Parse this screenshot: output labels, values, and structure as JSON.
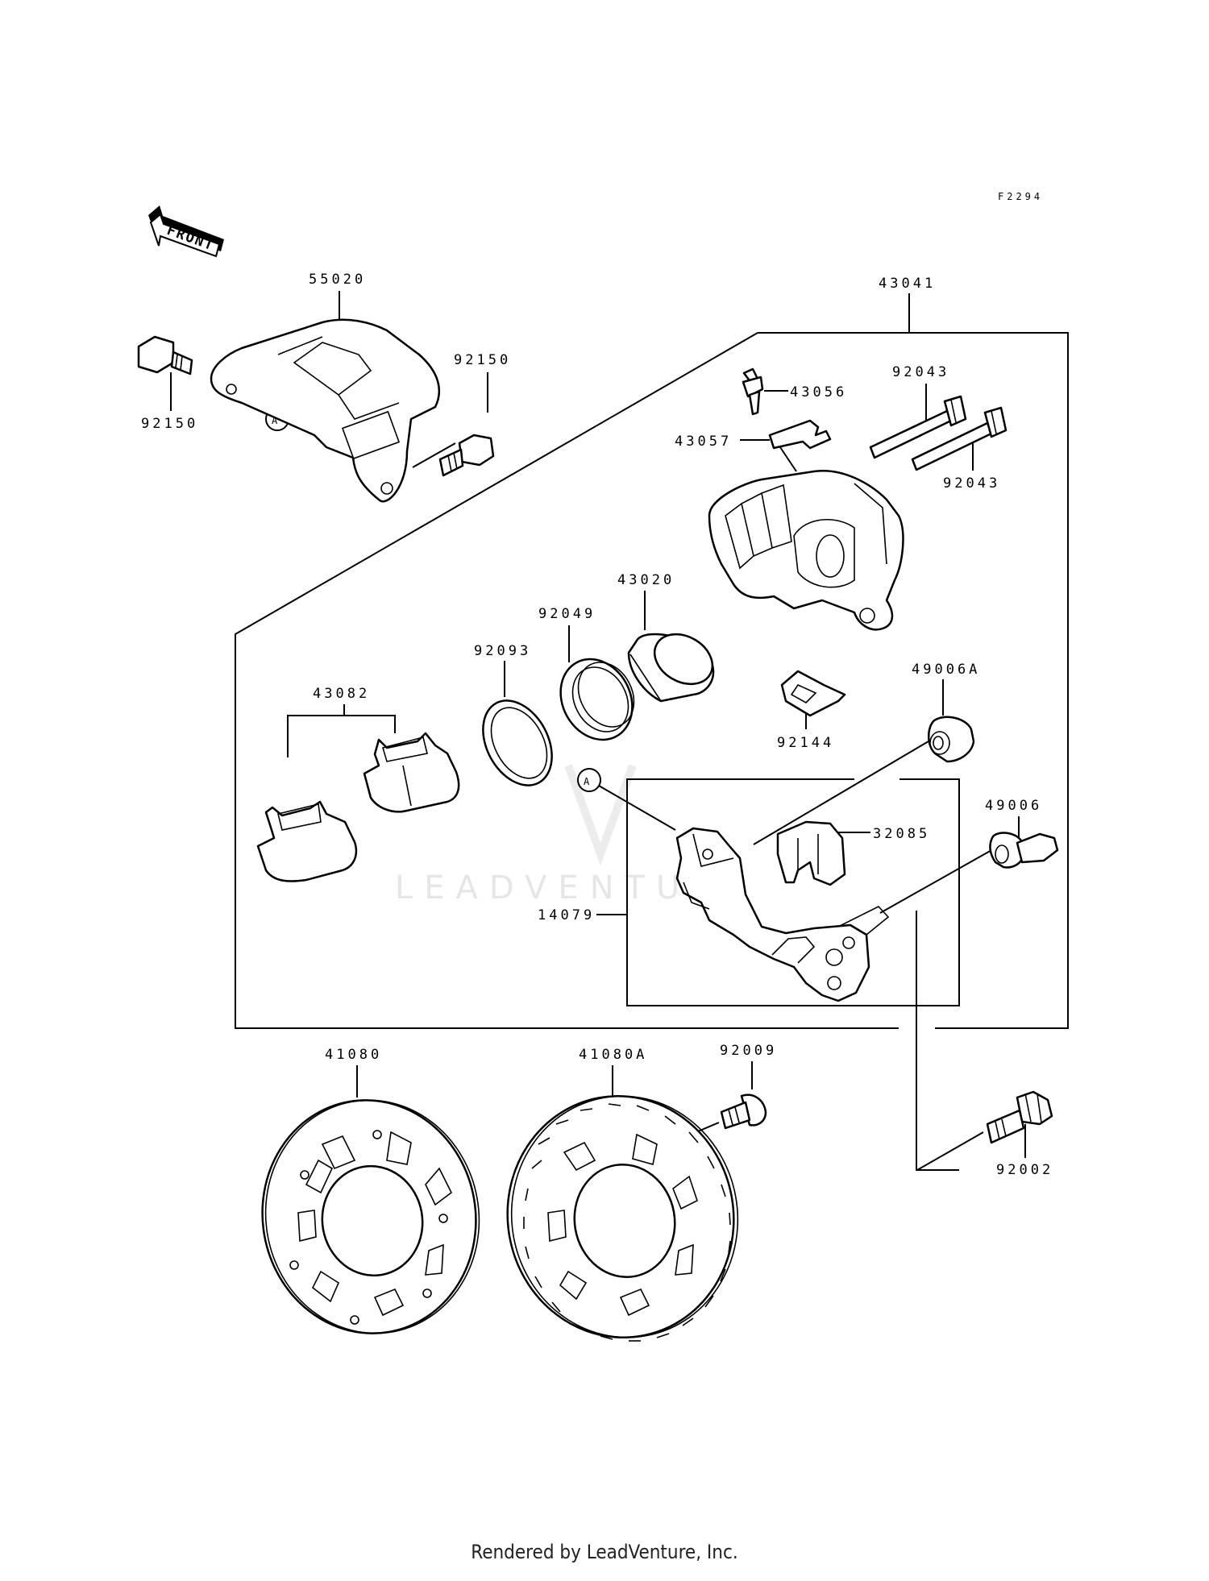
{
  "diagram_code": "F2294",
  "front_arrow_label": "FRONT",
  "watermark_text": "LEADVENTURE",
  "footer": "Rendered by LeadVenture, Inc.",
  "callout_marker": "A",
  "parts": {
    "p55020": "55020",
    "p43041": "43041",
    "p92150_left": "92150",
    "p92150_right": "92150",
    "p43056": "43056",
    "p43057": "43057",
    "p92043_top": "92043",
    "p92043_bottom": "92043",
    "p43020": "43020",
    "p92049": "92049",
    "p92093": "92093",
    "p43082": "43082",
    "p49006A": "49006A",
    "p92144": "92144",
    "p49006": "49006",
    "p32085": "32085",
    "p14079": "14079",
    "p41080": "41080",
    "p41080A": "41080A",
    "p92009": "92009",
    "p92002": "92002"
  }
}
